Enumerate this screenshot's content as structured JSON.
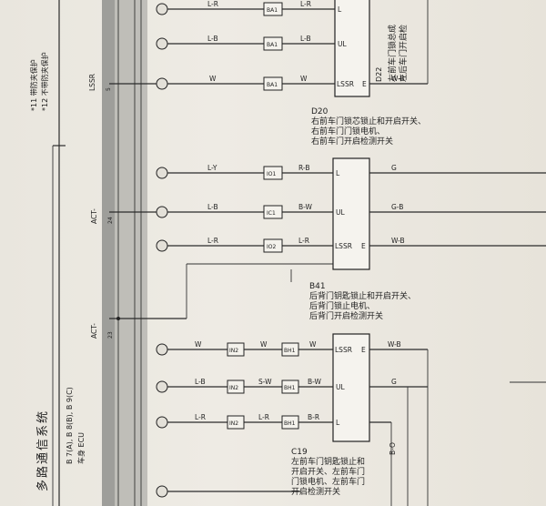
{
  "ecu": {
    "title": "多路通信系统",
    "line1": "B 7(A), B 8(B), B 9(C)",
    "line2": "车身 ECU"
  },
  "notes": {
    "n1": "*11 带防夹保护",
    "n2": "*12 不带防夹保护"
  },
  "pins": {
    "lssr": "LSSR",
    "lssr_no": "5",
    "act1": "ACT-",
    "act1_no": "24",
    "act2": "ACT-",
    "act2_no": "23"
  },
  "components": {
    "d22": {
      "code": "D22",
      "line1": "左前车门锁总成",
      "line2": "左后车门开启检"
    },
    "d20": {
      "code": "D20",
      "line1": "右前车门锁芯锁止和开启开关、",
      "line2": "右前车门门锁电机、",
      "line3": "右前车门开启检测开关"
    },
    "b41": {
      "code": "B41",
      "line1": "后背门钥匙锁止和开启开关、",
      "line2": "后背门锁止电机、",
      "line3": "后背门开启检测开关"
    },
    "c19": {
      "code": "C19",
      "line1": "左前车门钥匙锁止和",
      "line2": "开启开关、左前车门",
      "line3": "门锁电机、左前车门",
      "line4": "开启检测开关"
    }
  },
  "box_pins": {
    "lssr": "LSSR",
    "ul": "UL",
    "l": "L",
    "e": "E"
  },
  "connectors": {
    "ba1": "BA1",
    "io1": "IO1",
    "ic1": "IC1",
    "io2": "IO2",
    "in2": "IN2",
    "bh1": "BH1"
  },
  "wires": {
    "lr": "L-R",
    "lb": "L-B",
    "w": "W",
    "ly": "L-Y",
    "rb": "R-B",
    "bw": "B-W",
    "g": "G",
    "gb": "G-B",
    "wb": "W-B",
    "br": "B-R",
    "bo": "B-O",
    "sw": "S-W"
  },
  "colors": {
    "paper": "#ece9e1",
    "shade": "#8f8f8f",
    "ink": "#222222"
  }
}
